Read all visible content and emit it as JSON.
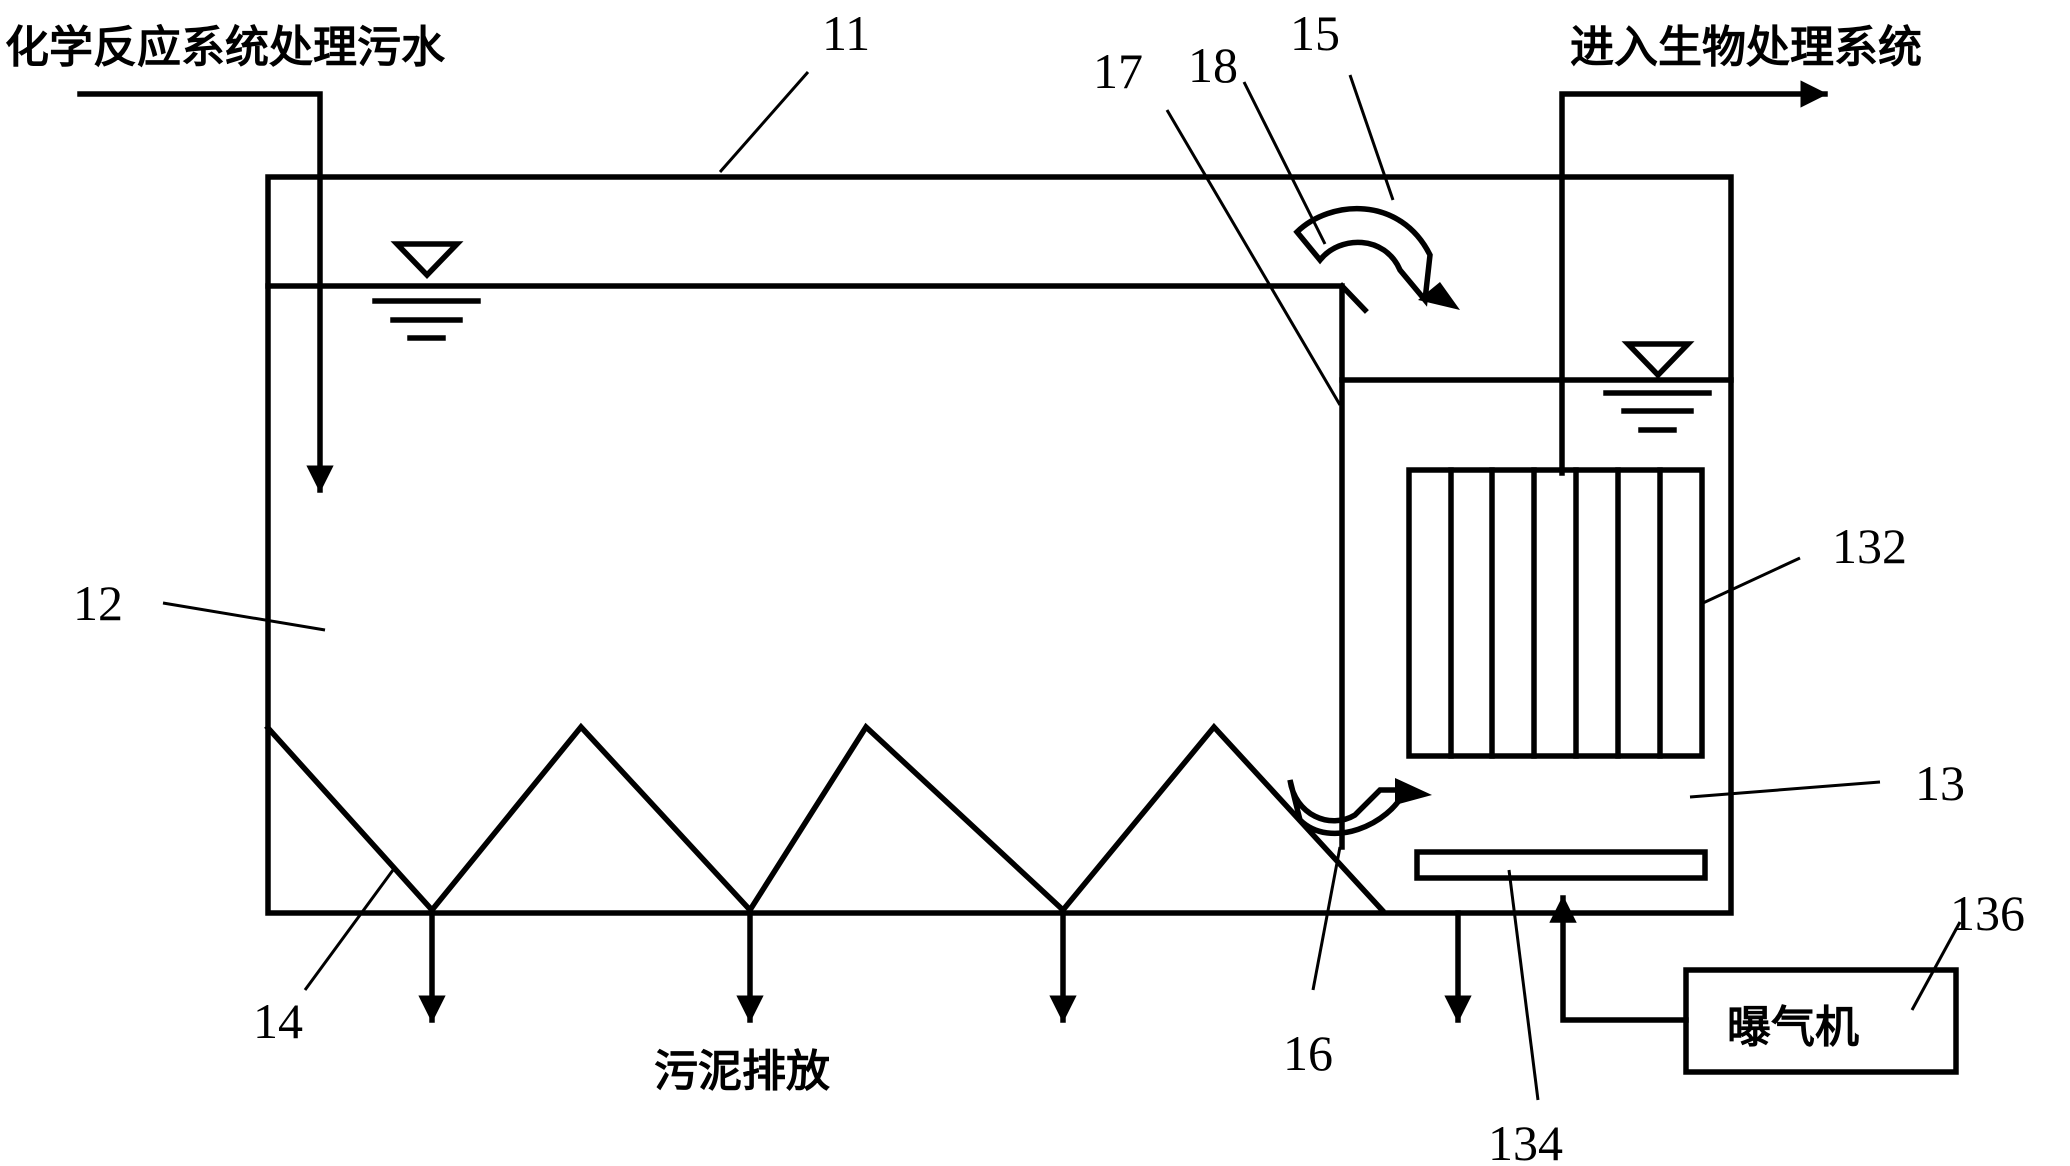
{
  "labels": {
    "inflow": "化学反应系统处理污水",
    "outflow": "进入生物处理系统",
    "sludge": "污泥排放",
    "aerator": "曝气机"
  },
  "ref_numbers": {
    "n11": "11",
    "n12": "12",
    "n13": "13",
    "n14": "14",
    "n15": "15",
    "n16": "16",
    "n17": "17",
    "n18": "18",
    "n132": "132",
    "n134": "134",
    "n136": "136"
  }
}
